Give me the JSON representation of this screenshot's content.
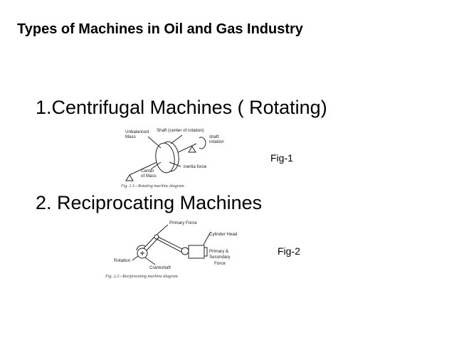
{
  "slide": {
    "title": "Types of Machines in Oil and Gas Industry",
    "section1": "1.Centrifugal Machines ( Rotating)",
    "section2": "2. Reciprocating Machines",
    "fig1_label": "Fig-1",
    "fig2_label": "Fig-2"
  },
  "fig1": {
    "unbalanced_mass_1": "Unbalanced",
    "unbalanced_mass_2": "Mass",
    "shaft_label": "Shaft (center of rotation)",
    "shaft_rotation_1": "shaft",
    "shaft_rotation_2": "rotation",
    "inertia_force": "inertia force",
    "center_of_mass_1": "Center",
    "center_of_mass_2": "of Mass",
    "caption": "Fig. 2.1—Rotating machine diagram."
  },
  "fig2": {
    "primary_force": "Primary Force",
    "cylinder_head": "Cylinder Head",
    "rotation": "Rotation",
    "primary_secondary_1": "Primary &",
    "primary_secondary_2": "Secondary",
    "force": "Force",
    "crankshaft": "Crankshaft",
    "caption": "Fig. 2.2—Reciprocating machine diagram."
  }
}
